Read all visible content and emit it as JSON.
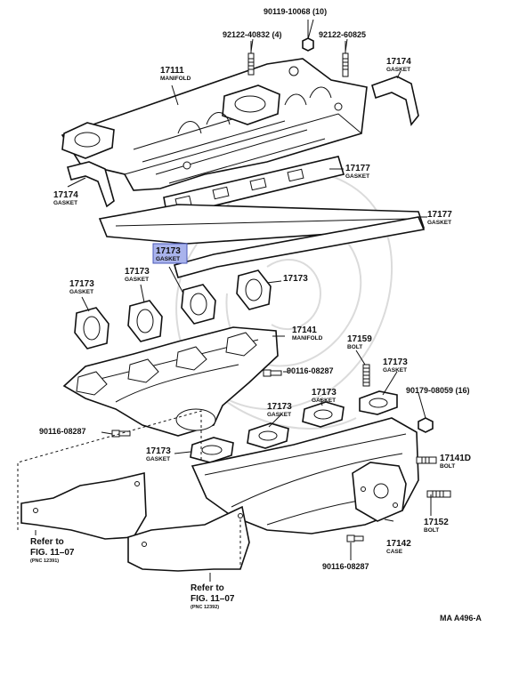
{
  "labels": {
    "nut_top": {
      "code": "90119-10068 (10)"
    },
    "stud_left": {
      "code": "92122-40832 (4)"
    },
    "stud_right": {
      "code": "92122-60825"
    },
    "manifold_intake": {
      "num": "17111",
      "sub": "MANIFOLD"
    },
    "gasket_tr": {
      "num": "17174",
      "sub": "GASKET"
    },
    "gasket_mid": {
      "num": "17177",
      "sub": "GASKET"
    },
    "gasket_tl": {
      "num": "17174",
      "sub": "GASKET"
    },
    "gasket_long": {
      "num": "17177",
      "sub": "GASKET"
    },
    "gasket_hl": {
      "num": "17173",
      "sub": "GASKET"
    },
    "gasket_a": {
      "num": "17173",
      "sub": "GASKET"
    },
    "gasket_b": {
      "num": "17173",
      "sub": "GASKET"
    },
    "gasket_c": {
      "num": "17173"
    },
    "manifold_exh": {
      "num": "17141",
      "sub": "MANIFOLD"
    },
    "bolt_17159": {
      "num": "17159",
      "sub": "BOLT"
    },
    "gasket_d": {
      "num": "17173",
      "sub": "GASKET"
    },
    "bolt_08287_a": {
      "code": "90116-08287"
    },
    "bolt_08059": {
      "code": "90179-08059 (16)"
    },
    "gasket_e": {
      "num": "17173",
      "sub": "GASKET"
    },
    "gasket_f": {
      "num": "17173",
      "sub": "GASKET"
    },
    "bolt_08287_b": {
      "code": "90116-08287"
    },
    "gasket_g": {
      "num": "17173",
      "sub": "GASKET"
    },
    "bolt_17141d": {
      "num": "17141D",
      "sub": "BOLT"
    },
    "bolt_17152": {
      "num": "17152",
      "sub": "BOLT"
    },
    "case_17142": {
      "num": "17142",
      "sub": "CASE"
    },
    "bolt_08287_c": {
      "code": "90116-08287"
    },
    "ref_left": {
      "line1": "Refer to",
      "line2": "FIG. 11–07",
      "pnc": "(PNC 12391)"
    },
    "ref_bottom": {
      "line1": "Refer to",
      "line2": "FIG. 11–07",
      "pnc": "(PNC 12392)"
    },
    "diagram_code": {
      "code": "MA A496-A"
    }
  },
  "highlight_color": "#a9b3ec"
}
